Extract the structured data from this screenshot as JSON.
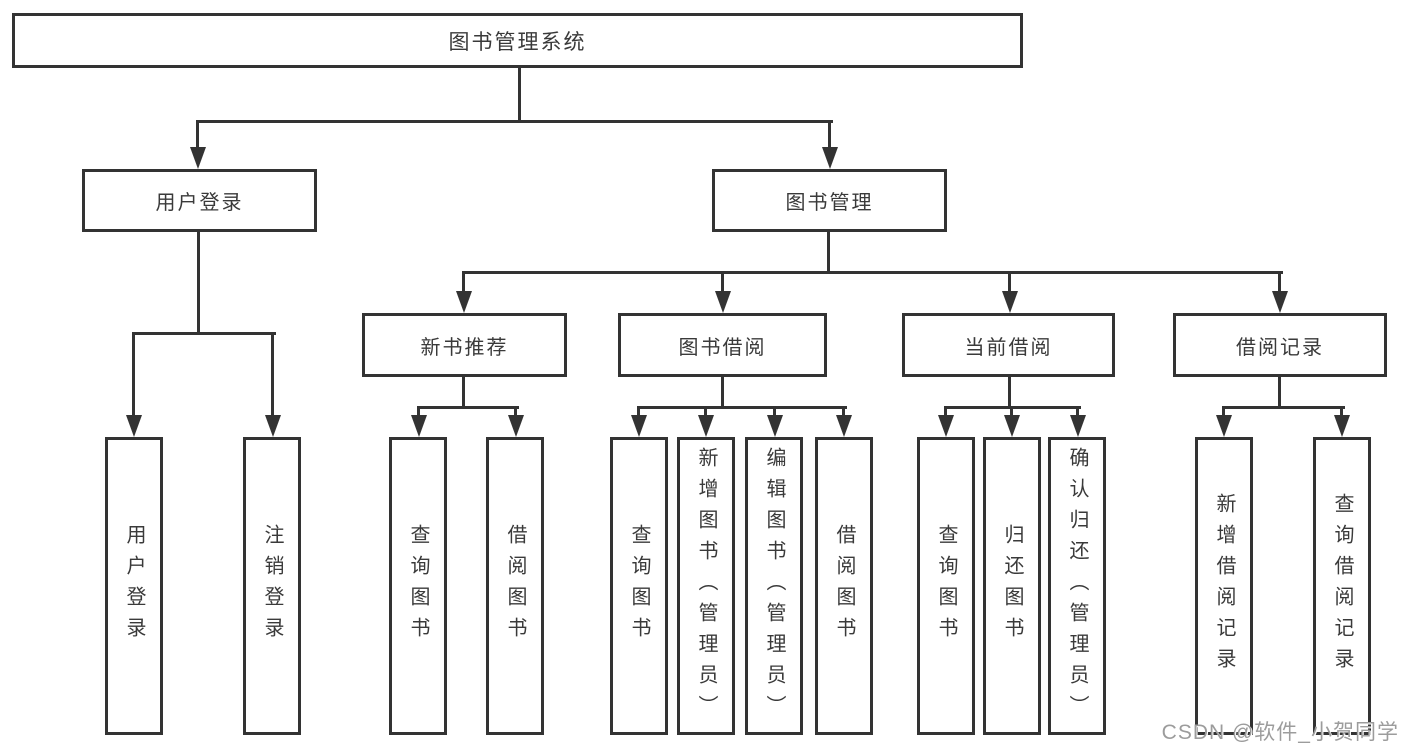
{
  "diagram": {
    "title": "图书管理系统",
    "root": {
      "label": "图书管理系统"
    },
    "level2": [
      {
        "id": "user-login",
        "label": "用户登录"
      },
      {
        "id": "book-management",
        "label": "图书管理"
      }
    ],
    "level3": [
      {
        "id": "new-book-recommend",
        "parent": "book-management",
        "label": "新书推荐"
      },
      {
        "id": "book-borrow",
        "parent": "book-management",
        "label": "图书借阅"
      },
      {
        "id": "current-borrow",
        "parent": "book-management",
        "label": "当前借阅"
      },
      {
        "id": "borrow-records",
        "parent": "book-management",
        "label": "借阅记录"
      }
    ],
    "level4": [
      {
        "parent": "user-login",
        "label": "用户登录"
      },
      {
        "parent": "user-login",
        "label": "注销登录"
      },
      {
        "parent": "new-book-recommend",
        "label": "查询图书"
      },
      {
        "parent": "new-book-recommend",
        "label": "借阅图书"
      },
      {
        "parent": "book-borrow",
        "label": "查询图书"
      },
      {
        "parent": "book-borrow",
        "label": "新增图书（管理员）"
      },
      {
        "parent": "book-borrow",
        "label": "编辑图书（管理员）"
      },
      {
        "parent": "book-borrow",
        "label": "借阅图书"
      },
      {
        "parent": "current-borrow",
        "label": "查询图书"
      },
      {
        "parent": "current-borrow",
        "label": "归还图书"
      },
      {
        "parent": "current-borrow",
        "label": "确认归还（管理员）"
      },
      {
        "parent": "borrow-records",
        "label": "新增借阅记录"
      },
      {
        "parent": "borrow-records",
        "label": "查询借阅记录"
      }
    ]
  },
  "watermark": {
    "text": "CSDN @软件_小贺同学"
  },
  "colors": {
    "line": "#333333",
    "text": "#3a3a3a",
    "watermark": "#9c9c9c",
    "background": "#ffffff"
  }
}
